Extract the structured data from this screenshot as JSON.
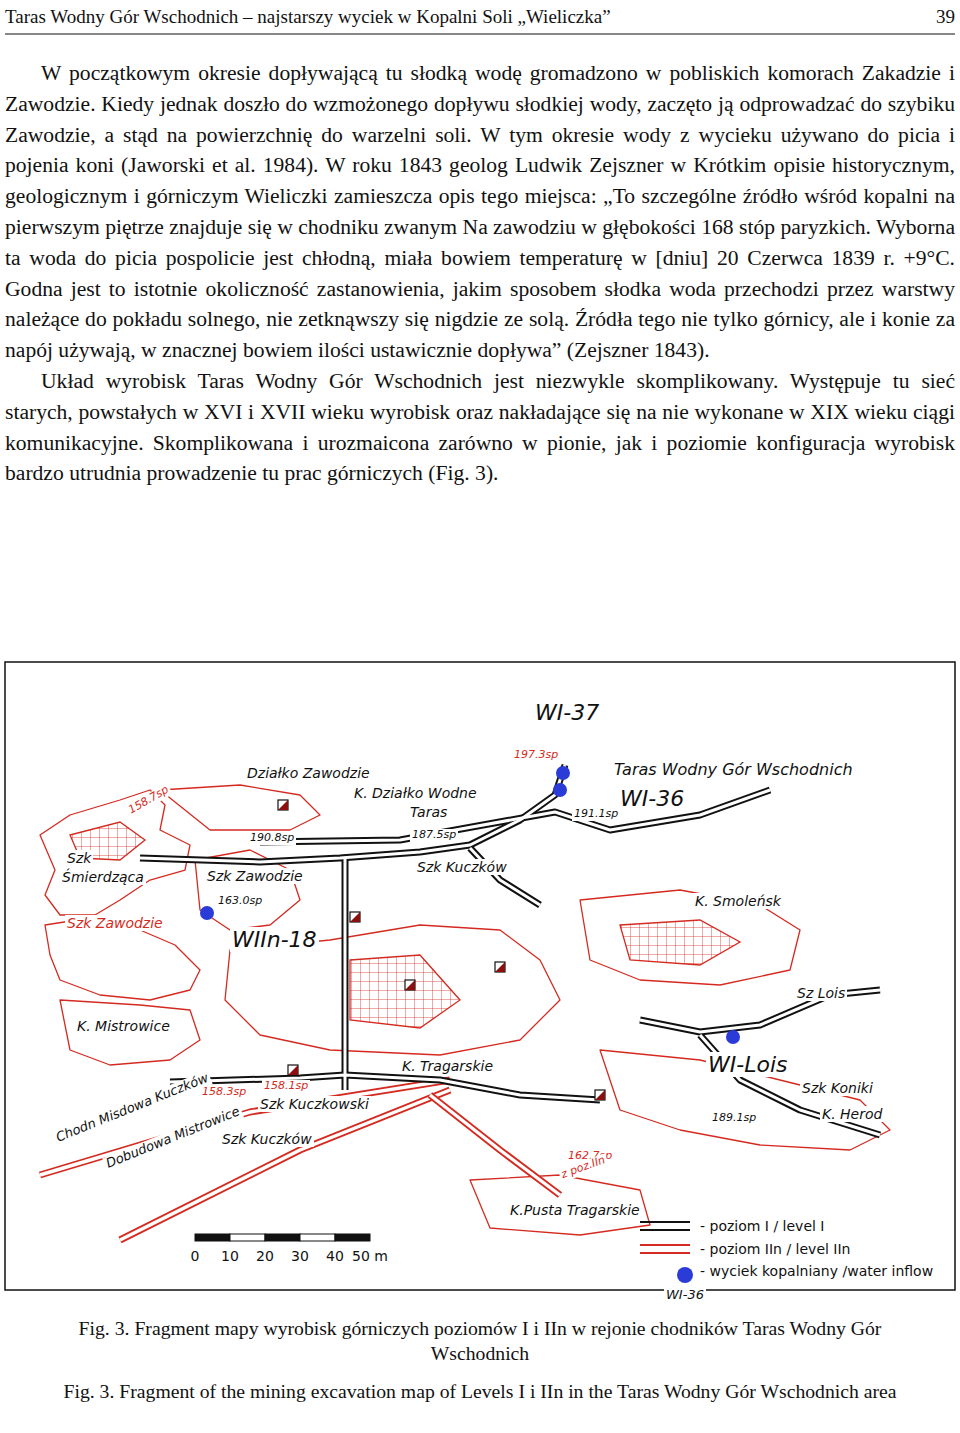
{
  "diagram": {
    "title": "Taras Wodny Gór Wschodnich – najstarszy wyciek w Kopalni Soli „Wieliczka”",
    "caption": "Fig. 3. Fragment mapy wyrobisk górniczych poziomów I i IIn w rejonie chodników Taras Wodny Gór Wschodnich",
    "labels": [
      "39",
      "W początkowym okresie dopływającą tu słodką wodę gromadzono w pobliskich komorach Zakadzie i Zawodzie. Kiedy jednak doszło do wzmożonego dopływu słodkiej wody, zaczęto ją odprowadzać do szybiku Zawodzie, a stąd na powierzchnię do warzelni soli. W tym okresie wody z wycieku używano do picia i pojenia koni (Jaworski et al. 1984). W roku 1843 geolog Ludwik Zejszner w Krótkim opisie historycznym, geologicznym i górniczym Wieliczki zamieszcza opis tego miejsca: „To szczególne źródło wśród kopalni na pierwszym piętrze znajduje się w chodniku zwanym Na zawodziu w głębokości 168 stóp paryzkich. Wyborna ta woda do picia pospolicie jest chłodną, miała bowiem temperaturę w [dniu] 20 Czerwca 1839 r. +9°C. Godna jest to istotnie okoliczność zastanowienia, jakim sposobem słodka woda przechodzi przez warstwy należące do pokładu solnego, nie zetknąwszy się nigdzie ze solą. Źródła tego nie tylko górnicy, ale i konie za napój używają, w znacznej bowiem ilości ustawicznie dopływa” (Zejszner 1843).",
      "Układ wyrobisk Taras Wodny Gór Wschodnich jest niezwykle skomplikowany. Występuje tu sieć starych, powstałych w XVI i XVII wieku wyrobisk oraz nakładające się na nie wykonane w XIX wieku ciągi komunikacyjne. Skomplikowana i urozmaicona zarówno w pionie, jak i poziomie konfiguracja wyrobisk bardzo utrudnia prowadzenie tu prac górniczych (Fig. 3).",
      "WI-37",
      "Działko Zawodzie",
      "K. Działko Wodne",
      "Taras",
      "187.5sp",
      "197.3sp",
      "Taras Wodny Gór Wschodnich",
      "WI-36",
      "191.1sp",
      "158.7sp",
      "190.8sp",
      "Szk",
      "Śmierdząca",
      "Szk Zawodzie",
      "Szk Kuczków",
      "163.0sp",
      "K. Smoleńsk",
      "Szk Zawodzie",
      "WIIn-18",
      "Sz Lois",
      "K. Mistrowice",
      "WI-Lois",
      "K. Tragarskie",
      "158.3sp",
      "158.1sp",
      "Szk Kuczkowski",
      "Szk Koniki",
      "K. Herod",
      "189.1sp",
      "Szk Kuczków",
      "162.7sp",
      "z poz.IIn",
      "Chodn Misdowa Kuczków",
      "Dobudowa Mistrowice",
      "K.Pusta Tragarskie",
      "0",
      "10",
      "20",
      "30",
      "40",
      "50 m",
      "WI-36",
      "Fig. 3. Fragment of the mining excavation map of Levels I i IIn in the Taras Wodny Gór Wschodnich area"
    ],
    "legend": [
      {
        "text": "- poziom I / level I"
      },
      {
        "text": "- poziom IIn / level IIn"
      },
      {
        "text": "- wyciek kopalniany /water inflow"
      }
    ]
  }
}
